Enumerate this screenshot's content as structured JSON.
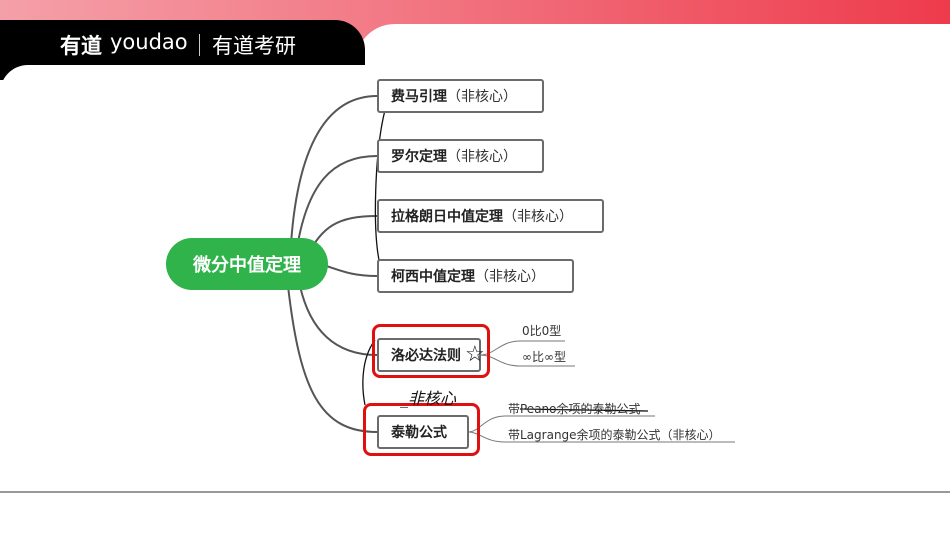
{
  "header": {
    "logo_cn": "有道",
    "logo_en": "youdao",
    "product": "有道考研"
  },
  "colors": {
    "center": "#2fb34a",
    "highlight": "#e01010",
    "branch": "#6b6b6b"
  },
  "center": "微分中值定理",
  "branches": [
    {
      "title": "费马引理",
      "note": "（非核心）"
    },
    {
      "title": "罗尔定理",
      "note": "（非核心）"
    },
    {
      "title": "拉格朗日中值定理",
      "note": "（非核心）"
    },
    {
      "title": "柯西中值定理",
      "note": "（非核心）"
    },
    {
      "title": "洛必达法则",
      "note": "",
      "children": [
        "0比0型",
        "∞比∞型"
      ]
    },
    {
      "title": "泰勒公式",
      "note": "",
      "children": [
        "带Peano余项的泰勒公式",
        "带Lagrange余项的泰勒公式（非核心）"
      ]
    }
  ],
  "annotations": {
    "handwritten": "_非核心",
    "star": "☆"
  }
}
